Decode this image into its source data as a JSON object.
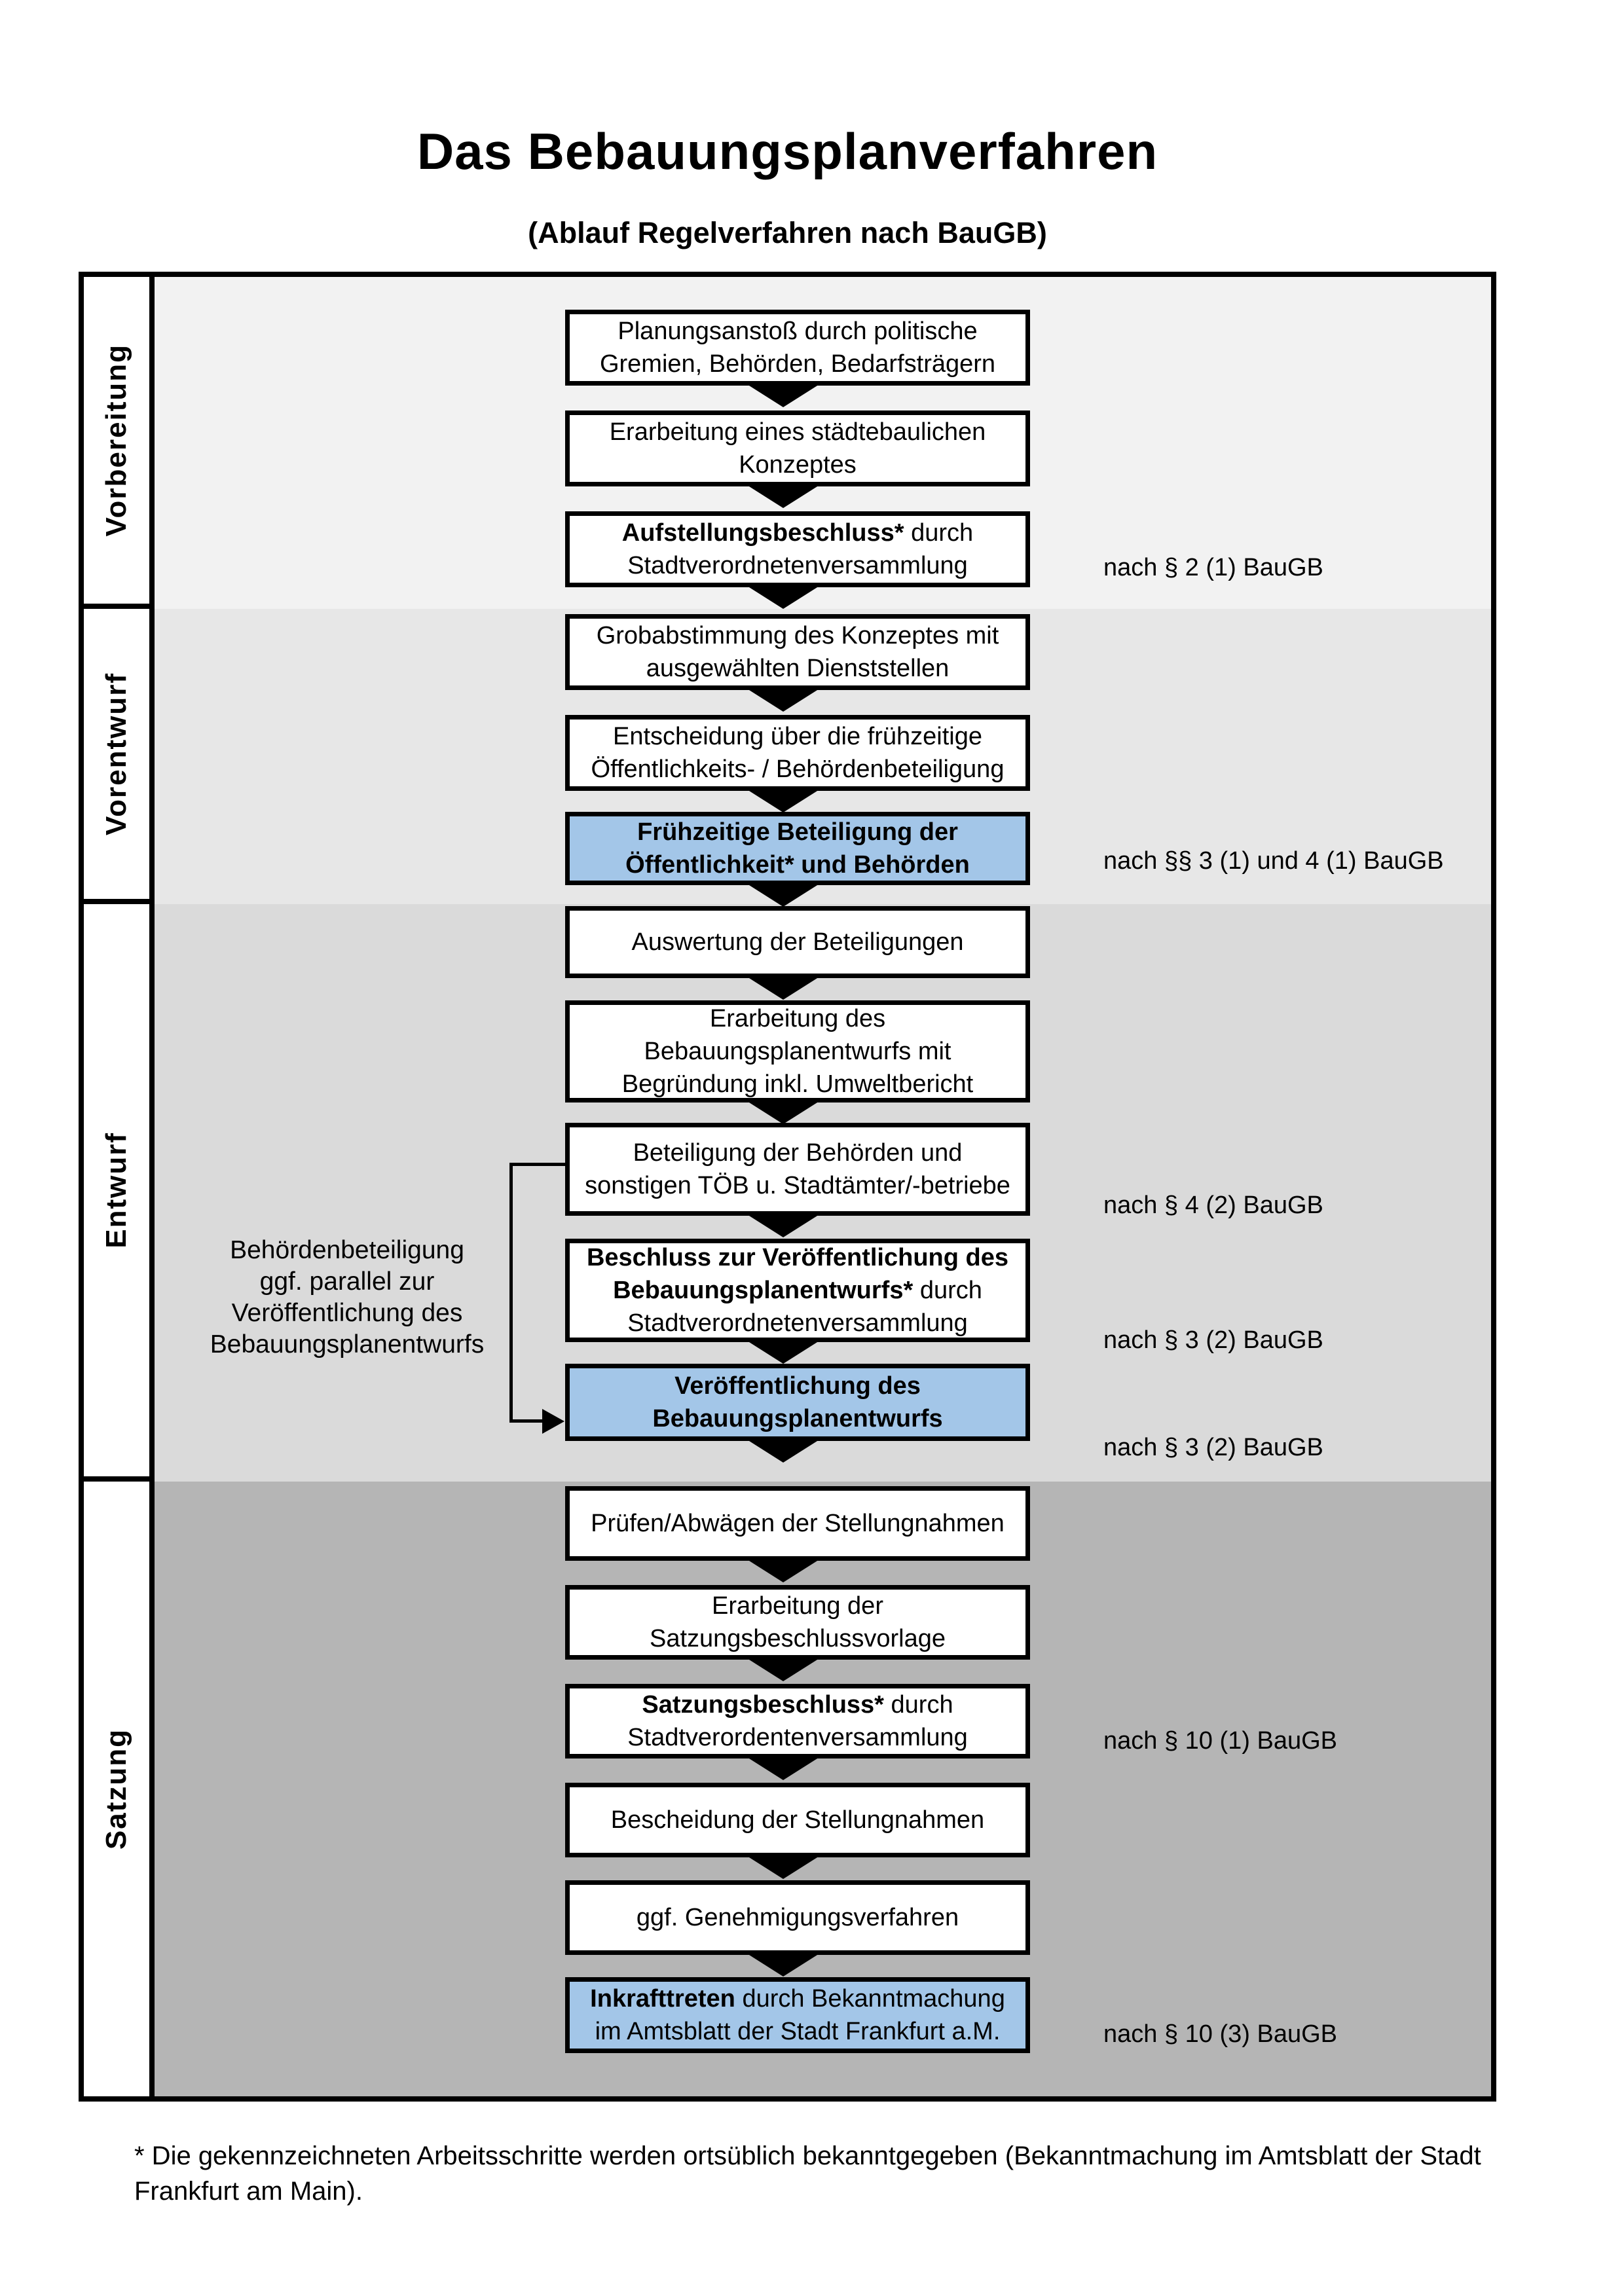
{
  "page": {
    "title": "Das Bebauungsplanverfahren",
    "subtitle": "(Ablauf Regelverfahren nach BauGB)"
  },
  "phases": {
    "p1": "Vorbereitung",
    "p2": "Vorentwurf",
    "p3": "Entwurf",
    "p4": "Satzung"
  },
  "boxes": {
    "b1": {
      "l1": "Planungsanstoß durch politische",
      "l2": "Gremien, Behörden, Bedarfsträgern"
    },
    "b2": {
      "l1": "Erarbeitung eines städtebaulichen",
      "l2": "Konzeptes"
    },
    "b3": {
      "l1b": "Aufstellungsbeschluss*",
      "l1r": " durch",
      "l2": "Stadtverordnetenversammlung"
    },
    "b4": {
      "l1": "Grobabstimmung des Konzeptes mit",
      "l2": "ausgewählten Dienststellen"
    },
    "b5": {
      "l1": "Entscheidung über die frühzeitige",
      "l2": "Öffentlichkeits- / Behördenbeteiligung"
    },
    "b6": {
      "l1": "Frühzeitige Beteiligung der",
      "l2": "Öffentlichkeit* und Behörden"
    },
    "b7": {
      "l1": "Auswertung der Beteiligungen"
    },
    "b8": {
      "l1": "Erarbeitung des",
      "l2": "Bebauungsplanentwurfs mit",
      "l3": "Begründung inkl. Umweltbericht"
    },
    "b9": {
      "l1": "Beteiligung der Behörden und",
      "l2": "sonstigen TÖB u. Stadtämter/-betriebe"
    },
    "b10": {
      "l1": "Beschluss zur Veröffentlichung des",
      "l2b": "Bebauungsplanentwurfs*",
      "l2r": " durch",
      "l3": "Stadtverordnetenversammlung"
    },
    "b11": {
      "l1": "Veröffentlichung des",
      "l2": "Bebauungsplanentwurfs"
    },
    "b12": {
      "l1": "Prüfen/Abwägen der Stellungnahmen"
    },
    "b13": {
      "l1": "Erarbeitung der",
      "l2": "Satzungsbeschlussvorlage"
    },
    "b14": {
      "l1b": "Satzungsbeschluss*",
      "l1r": " durch",
      "l2": "Stadtverordentenversammlung"
    },
    "b15": {
      "l1": "Bescheidung der Stellungnahmen"
    },
    "b16": {
      "l1": "ggf. Genehmigungsverfahren"
    },
    "b17": {
      "l1b": "Inkrafttreten",
      "l1r": " durch Bekanntmachung",
      "l2": "im Amtsblatt der Stadt Frankfurt a.M."
    }
  },
  "refs": {
    "r1": "nach § 2 (1) BauGB",
    "r2": "nach §§ 3 (1) und 4 (1) BauGB",
    "r3": "nach § 4 (2) BauGB",
    "r4": "nach § 3 (2) BauGB",
    "r5": "nach § 3 (2) BauGB",
    "r6": "nach § 10 (1) BauGB",
    "r7": "nach § 10 (3) BauGB"
  },
  "side_note": {
    "l1": "Behördenbeteiligung",
    "l2": "ggf. parallel zur",
    "l3": "Veröffentlichung des",
    "l4": "Bebauungsplanentwurfs"
  },
  "footnote": {
    "l1": "* Die gekennzeichneten Arbeitsschritte werden ortsüblich bekanntgegeben (Bekanntmachung im Amtsblatt  der Stadt",
    "l2": "Frankfurt am Main)."
  },
  "colors": {
    "highlight_blue": "#a3c6e8",
    "band_vorbereitung": "#f2f2f2",
    "band_vorentwurf": "#e7e7e7",
    "band_entwurf": "#dadada",
    "band_satzung": "#b5b5b5",
    "box_border": "#000000"
  }
}
